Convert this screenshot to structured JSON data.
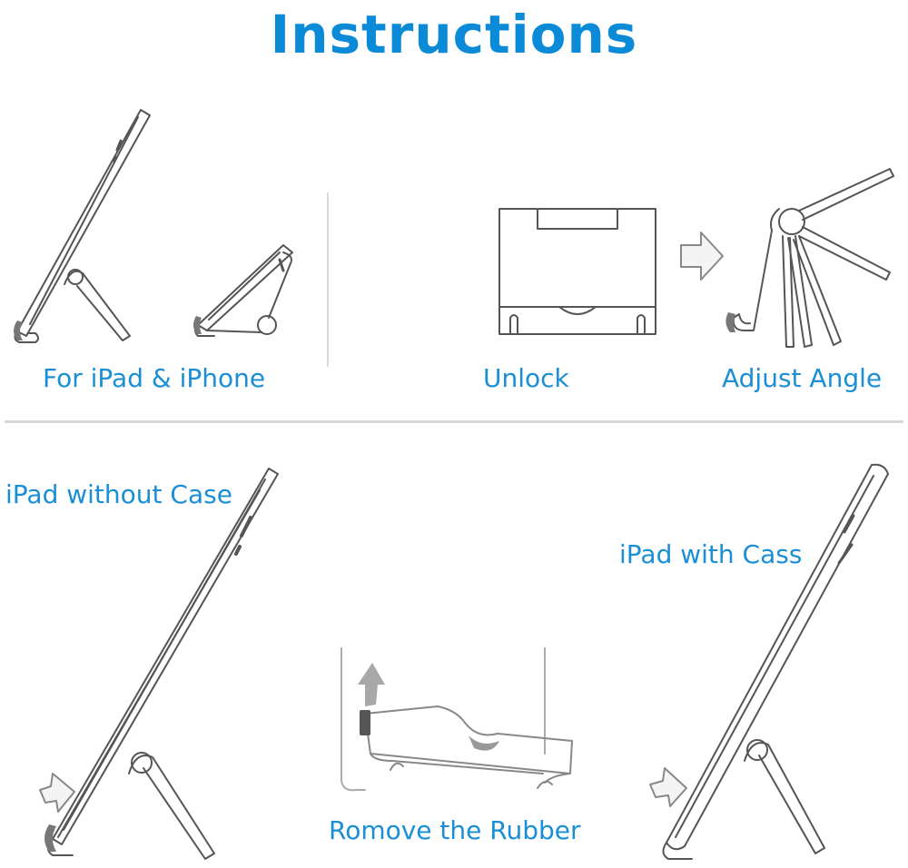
{
  "title": "Instructions",
  "captions": {
    "for_ipad_iphone": "For iPad & iPhone",
    "unlock": "Unlock",
    "adjust_angle": "Adjust Angle",
    "ipad_without_case": "iPad without Case",
    "ipad_with_case": "iPad with Cass",
    "remove_rubber": "Romove the Rubber"
  },
  "colors": {
    "title": "#0b8ad8",
    "caption": "#1a8fd6",
    "line_art": "#555555",
    "divider": "#d9d9d9"
  }
}
